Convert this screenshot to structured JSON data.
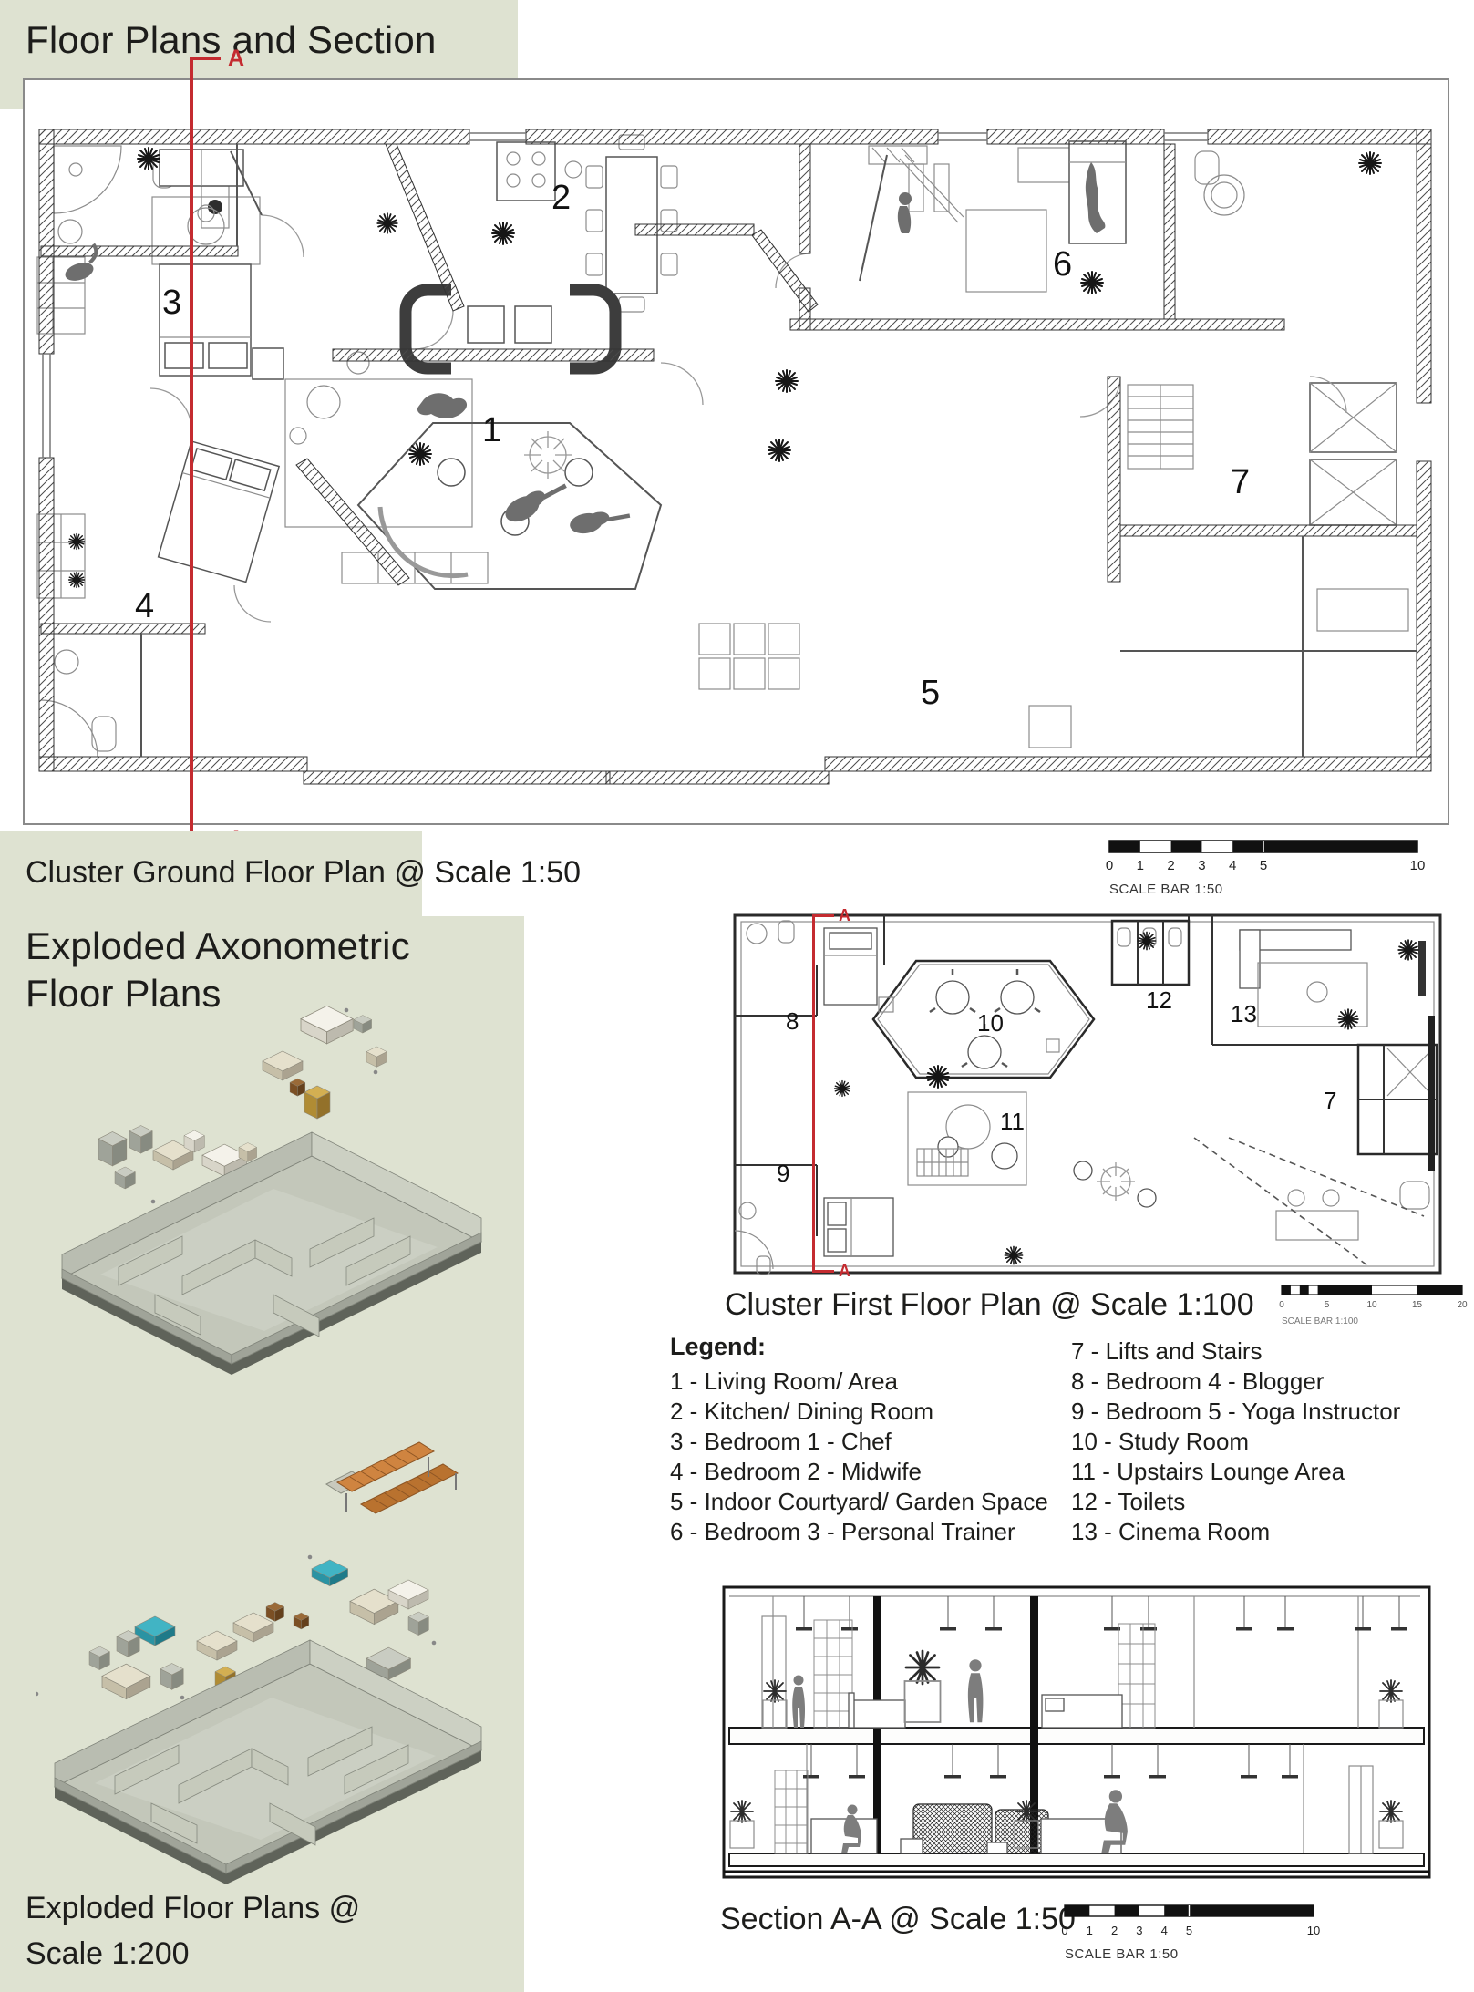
{
  "palette": {
    "panel_green": "#dee2d1",
    "section_red": "#c42b30",
    "ink": "#1d1d1b",
    "silhouette_grey": "#7d7d7d",
    "axon_plate_grey": "#c3c7ba",
    "axon_stair_orange": "#cf8440",
    "axon_teal": "#41b4c4"
  },
  "header": {
    "title": "Floor Plans and Section"
  },
  "section_marker": "A",
  "ground_plan": {
    "caption": "Cluster Ground Floor Plan @ Scale 1:50",
    "rooms": [
      "1",
      "2",
      "3",
      "4",
      "5",
      "6",
      "7"
    ]
  },
  "first_plan": {
    "caption": "Cluster First Floor Plan @ Scale 1:100",
    "rooms": [
      "7",
      "8",
      "9",
      "10",
      "11",
      "12",
      "13"
    ]
  },
  "axon": {
    "title_line1": "Exploded Axonometric",
    "title_line2": "Floor Plans",
    "caption_line1": "Exploded Floor Plans @",
    "caption_line2": "Scale 1:200"
  },
  "legend": {
    "heading": "Legend:",
    "left": [
      "1 - Living Room/ Area",
      "2 - Kitchen/ Dining Room",
      "3 - Bedroom 1 - Chef",
      "4 - Bedroom 2 - Midwife",
      "5 - Indoor Courtyard/ Garden Space",
      "6 - Bedroom 3 - Personal Trainer"
    ],
    "right": [
      "7 - Lifts and Stairs",
      "8 - Bedroom 4 - Blogger",
      "9 - Bedroom 5 - Yoga Instructor",
      "10 - Study Room",
      "11 - Upstairs Lounge Area",
      "12 - Toilets",
      "13 - Cinema Room"
    ]
  },
  "section_view": {
    "caption": "Section A-A @ Scale 1:50"
  },
  "scale_bars": {
    "bar50_top": {
      "label": "SCALE BAR 1:50",
      "ticks": [
        "0",
        "1",
        "2",
        "3",
        "4",
        "5",
        "10"
      ]
    },
    "bar100": {
      "label": "SCALE BAR 1:100",
      "ticks": [
        "0",
        "5",
        "10",
        "15",
        "20"
      ]
    },
    "bar50_bottom": {
      "label": "SCALE BAR 1:50",
      "ticks": [
        "0",
        "1",
        "2",
        "3",
        "4",
        "5",
        "10"
      ]
    }
  }
}
